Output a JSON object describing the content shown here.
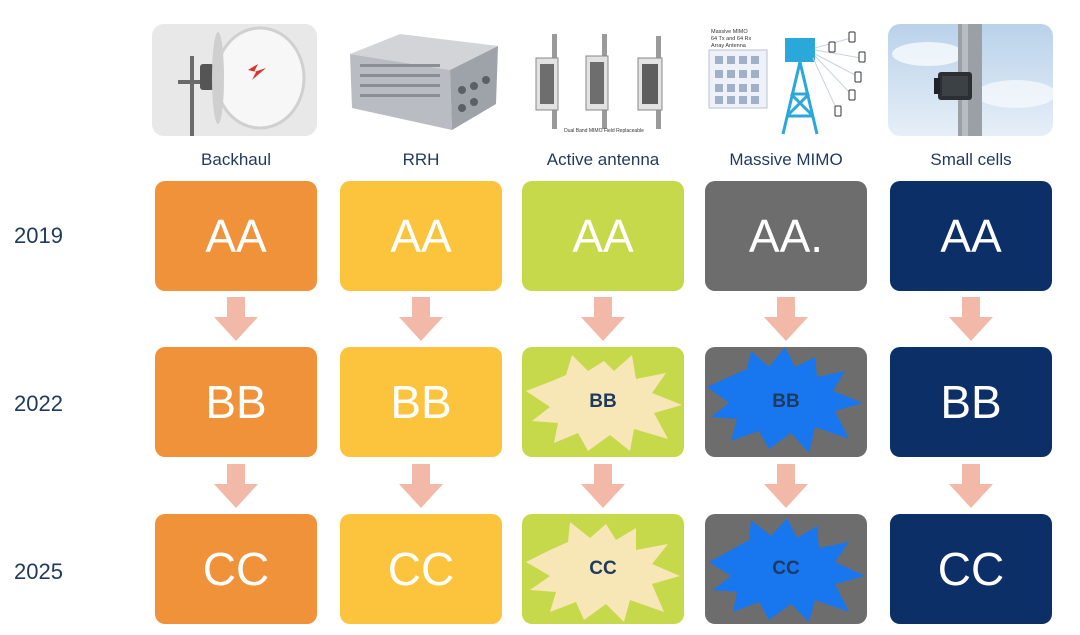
{
  "columns": [
    {
      "label": "Backhaul",
      "color": "#f0923a"
    },
    {
      "label": "RRH",
      "color": "#fbc43c"
    },
    {
      "label": "Active antenna",
      "color": "#c6d94a"
    },
    {
      "label": "Massive MIMO",
      "color": "#6d6d6d"
    },
    {
      "label": "Small cells",
      "color": "#0d2f68"
    }
  ],
  "years": [
    "2019",
    "2022",
    "2025"
  ],
  "rows": {
    "r2019": [
      "AA",
      "AA",
      "AA",
      "AA.",
      "AA"
    ],
    "r2022": [
      "BB",
      "BB",
      "BB",
      "BB",
      "BB"
    ],
    "r2025": [
      "CC",
      "CC",
      "CC",
      "CC",
      "CC"
    ]
  },
  "burst_colors": {
    "cream": "#f8e7b6",
    "blue": "#1877ee"
  },
  "arrow_color": "#f2b8a8",
  "images": {
    "massive_mimo_caption_1": "Massive MIMO",
    "massive_mimo_caption_2": "64 Tx and 64 Rx",
    "massive_mimo_caption_3": "Array Antenna",
    "active_antenna_caption": "Dual Band MIMO Field Replaceable"
  }
}
